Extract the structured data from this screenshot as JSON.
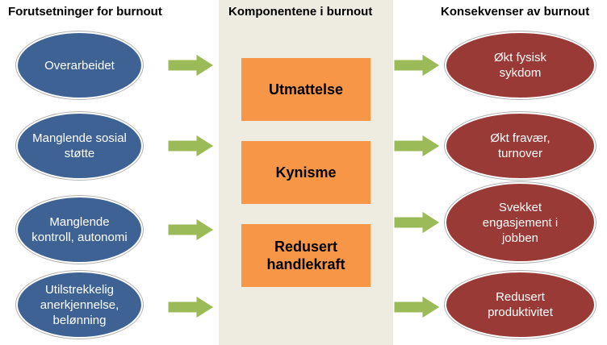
{
  "headings": {
    "left": "Forutsetninger for burnout",
    "middle": "Komponentene i burnout",
    "right": "Konsekvenser av burnout"
  },
  "causes": [
    "Overarbeidet",
    "Manglende sosial\nstøtte",
    "Manglende\nkontroll, autonomi",
    "Utilstrekkelig\nanerkjennelse,\nbelønning"
  ],
  "components": [
    "Utmattelse",
    "Kynisme",
    "Redusert\nhandlekraft"
  ],
  "consequences": [
    "Økt fysisk\nsykdom",
    "Økt fravær,\nturnover",
    "Svekket\nengasjement i\njobben",
    "Redusert\nproduktivitet"
  ],
  "colors": {
    "cause_fill": "#3e6294",
    "component_fill": "#f79646",
    "consequence_fill": "#9a3a37",
    "arrow_fill": "#9bbb59",
    "panel_fill": "#eeece1"
  }
}
